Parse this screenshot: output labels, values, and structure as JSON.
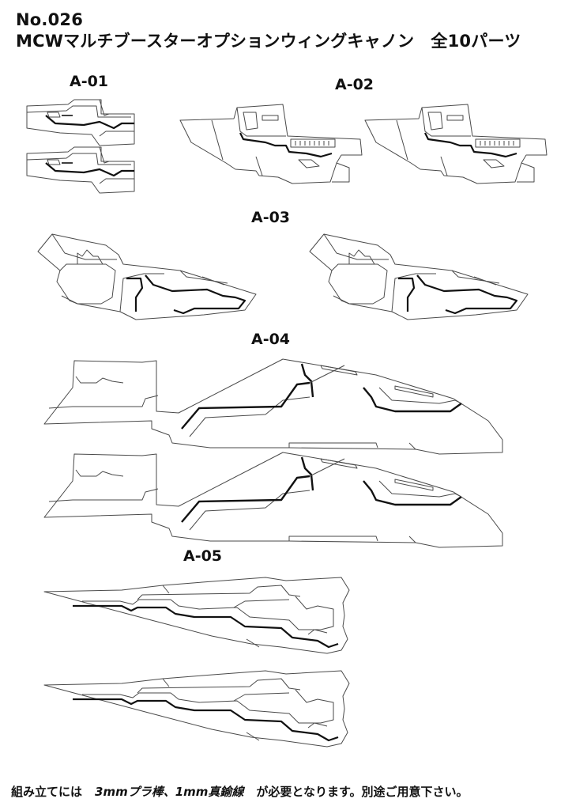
{
  "header": {
    "number": "No.026",
    "title": "MCWマルチブースターオプションウィングキャノン　全10パーツ"
  },
  "parts": [
    {
      "id": "A-01",
      "copies": 2
    },
    {
      "id": "A-02",
      "copies": 2
    },
    {
      "id": "A-03",
      "copies": 2
    },
    {
      "id": "A-04",
      "copies": 2
    },
    {
      "id": "A-05",
      "copies": 2
    }
  ],
  "footer": {
    "lead": "組み立てには",
    "materials": "3mmプラ棒、1mm真鍮線",
    "tail": "が必要となります。別途ご用意下さい。"
  },
  "colors": {
    "outline": "#4a4a4a",
    "panel_line": "#111111"
  }
}
